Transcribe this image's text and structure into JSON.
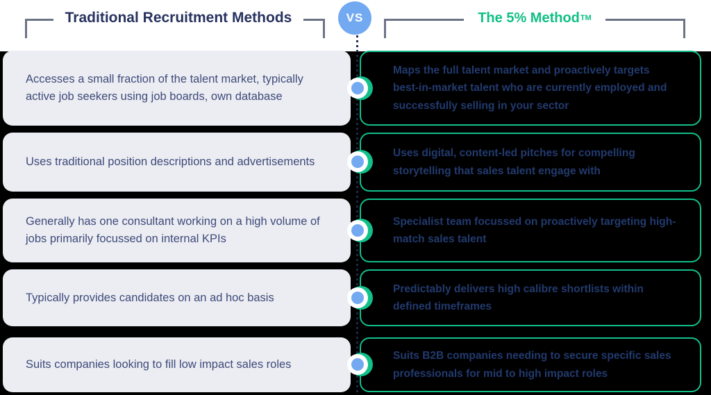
{
  "header": {
    "left_title": "Traditional Recruitment Methods",
    "vs_label": "VS",
    "right_title": "The 5% Method",
    "right_title_superscript": "TM"
  },
  "comparison_rows": [
    {
      "traditional": "Accesses a small fraction of the talent market, typically active job seekers using job boards, own database",
      "five_percent": "Maps the full talent market and proactively targets best-in-market talent who are currently employed and successfully selling in your sector"
    },
    {
      "traditional": "Uses traditional position descriptions and advertisements",
      "five_percent": "Uses digital, content-led pitches for compelling storytelling that sales talent engage with"
    },
    {
      "traditional": "Generally has one consultant working on a high volume of jobs primarily focussed on internal KPIs",
      "five_percent": "Specialist team focussed on proactively targeting high-match sales talent"
    },
    {
      "traditional": "Typically provides candidates on an ad hoc basis",
      "five_percent": "Predictably delivers high calibre shortlists within defined timeframes"
    },
    {
      "traditional": "Suits companies looking to fill low impact sales roles",
      "five_percent": "Suits B2B companies needing to secure specific sales professionals for mid to high impact roles"
    }
  ],
  "colors": {
    "green_accent": "#12c08a",
    "green_text": "#0fbf85",
    "navy_title": "#27325f",
    "left_body_text": "#3e4a7a",
    "right_body_text": "#223a6e",
    "light_blue": "#72a9f1",
    "card_gray": "#ecedf2",
    "background_black": "#000000",
    "bracket_gray": "#6c7386"
  }
}
